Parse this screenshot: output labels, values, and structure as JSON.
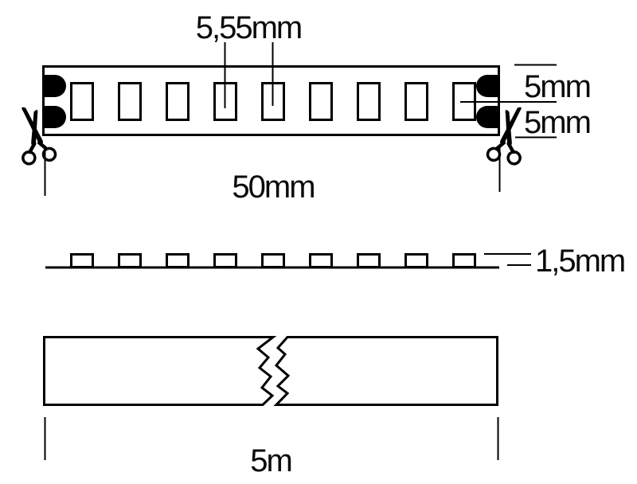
{
  "diagram": {
    "kind": "led-strip-technical-drawing",
    "labels": {
      "led_spacing": "5,55mm",
      "width_top": "5mm",
      "width_bottom": "5mm",
      "cut_length": "50mm",
      "thickness": "1,5mm",
      "reel_length": "5m"
    },
    "counts": {
      "top_leds": 9,
      "side_bumps": 9,
      "solder_pads_per_end": 2
    },
    "colors": {
      "line": "#000000",
      "background": "#ffffff"
    }
  }
}
